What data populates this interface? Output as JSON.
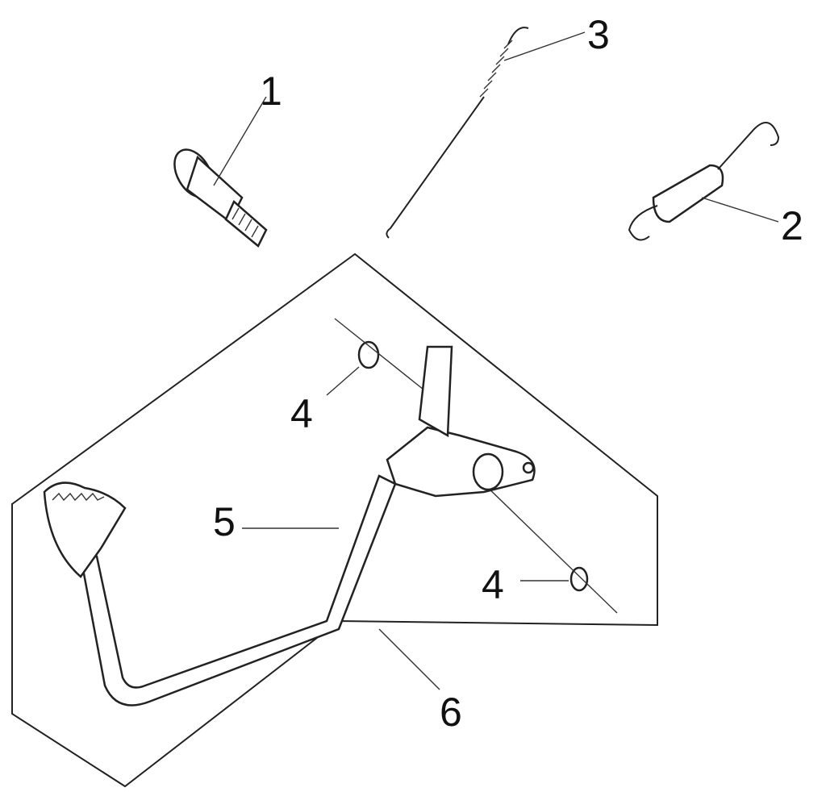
{
  "diagram": {
    "callouts": [
      {
        "id": "1",
        "label": "1",
        "part": "bolt"
      },
      {
        "id": "2",
        "label": "2",
        "part": "return-spring"
      },
      {
        "id": "3",
        "label": "3",
        "part": "spring-rod"
      },
      {
        "id": "4a",
        "label": "4",
        "part": "washer-upper"
      },
      {
        "id": "4b",
        "label": "4",
        "part": "washer-lower"
      },
      {
        "id": "5",
        "label": "5",
        "part": "brake-pedal"
      },
      {
        "id": "6",
        "label": "6",
        "part": "pedal-assembly"
      }
    ]
  }
}
